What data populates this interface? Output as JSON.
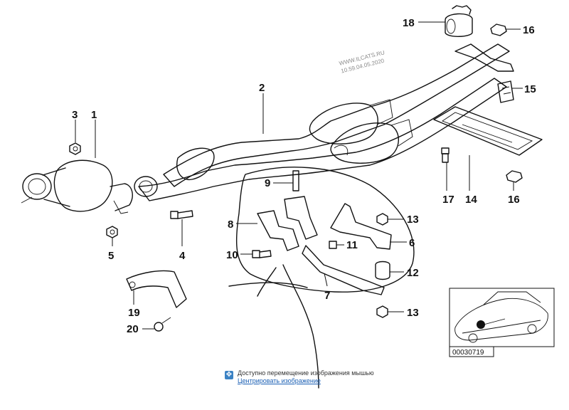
{
  "watermark": {
    "line1": "WWW.ILCATS.RU",
    "line2": "10.59.04.05.2020"
  },
  "callouts": [
    "18",
    "16",
    "2",
    "15",
    "3",
    "1",
    "14",
    "9",
    "17",
    "16",
    "8",
    "13",
    "6",
    "10",
    "11",
    "5",
    "4",
    "12",
    "7",
    "19",
    "13",
    "20"
  ],
  "inset": {
    "code": "00030719"
  },
  "hint": {
    "text": "Доступно перемещение изображения мышью",
    "link": "Центрировать изображение"
  },
  "icons": {
    "hint": "move-icon"
  }
}
